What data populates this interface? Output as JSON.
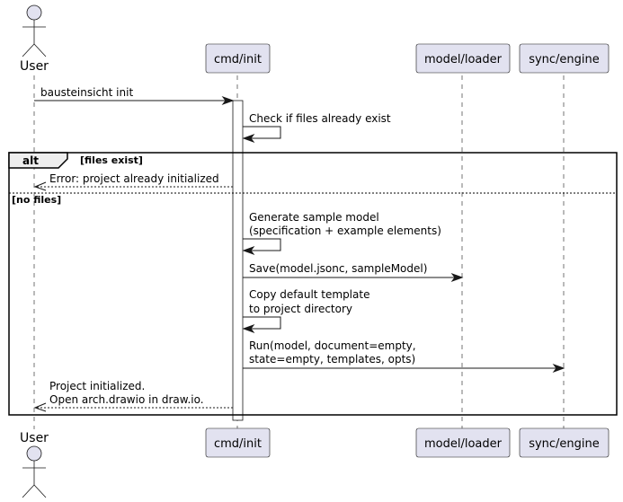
{
  "participants": {
    "user": "User",
    "cmd": "cmd/init",
    "loader": "model/loader",
    "engine": "sync/engine"
  },
  "messages": {
    "m1": "bausteinsicht init",
    "m2": "Check if files already exist",
    "m3": "Error: project already initialized",
    "m4_line1": "Generate sample model",
    "m4_line2": "(specification + example elements)",
    "m5": "Save(model.jsonc, sampleModel)",
    "m6_line1": "Copy default template",
    "m6_line2": "to project directory",
    "m7_line1": "Run(model, document=empty,",
    "m7_line2": "state=empty, templates, opts)",
    "m8_line1": "Project initialized.",
    "m8_line2": "Open arch.drawio in draw.io."
  },
  "alt": {
    "keyword": "alt",
    "guard1": "[files exist]",
    "guard2": "[no files]"
  },
  "colors": {
    "participant_fill": "#E2E2F0",
    "line": "#181818",
    "background": "#FFFFFF"
  }
}
